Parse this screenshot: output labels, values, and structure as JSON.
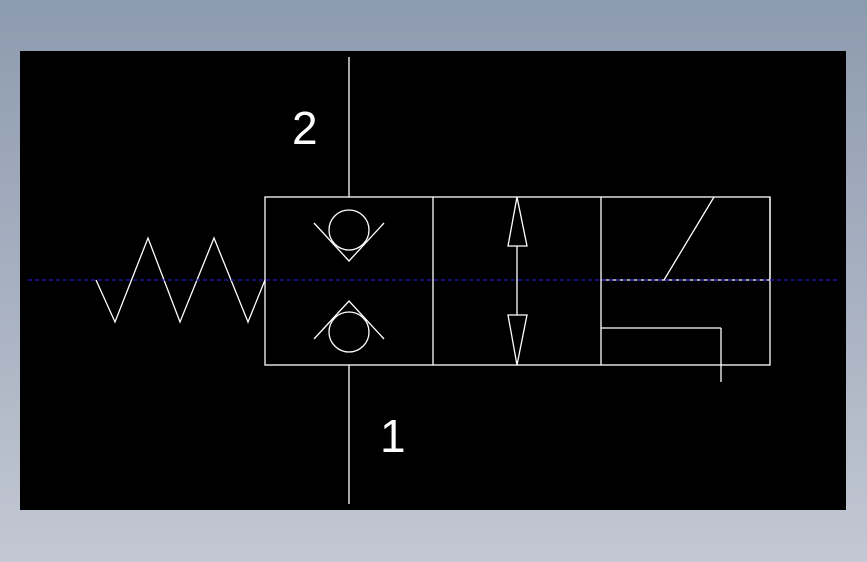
{
  "colors": {
    "background": "#000000",
    "lines": "#ffffff",
    "centerline": "#1a1acc"
  },
  "ports": {
    "top": "2",
    "bottom": "1"
  },
  "symbols": [
    "spring-icon",
    "check-valve-icon",
    "bidirectional-arrow-icon",
    "solenoid-icon",
    "centerline"
  ]
}
